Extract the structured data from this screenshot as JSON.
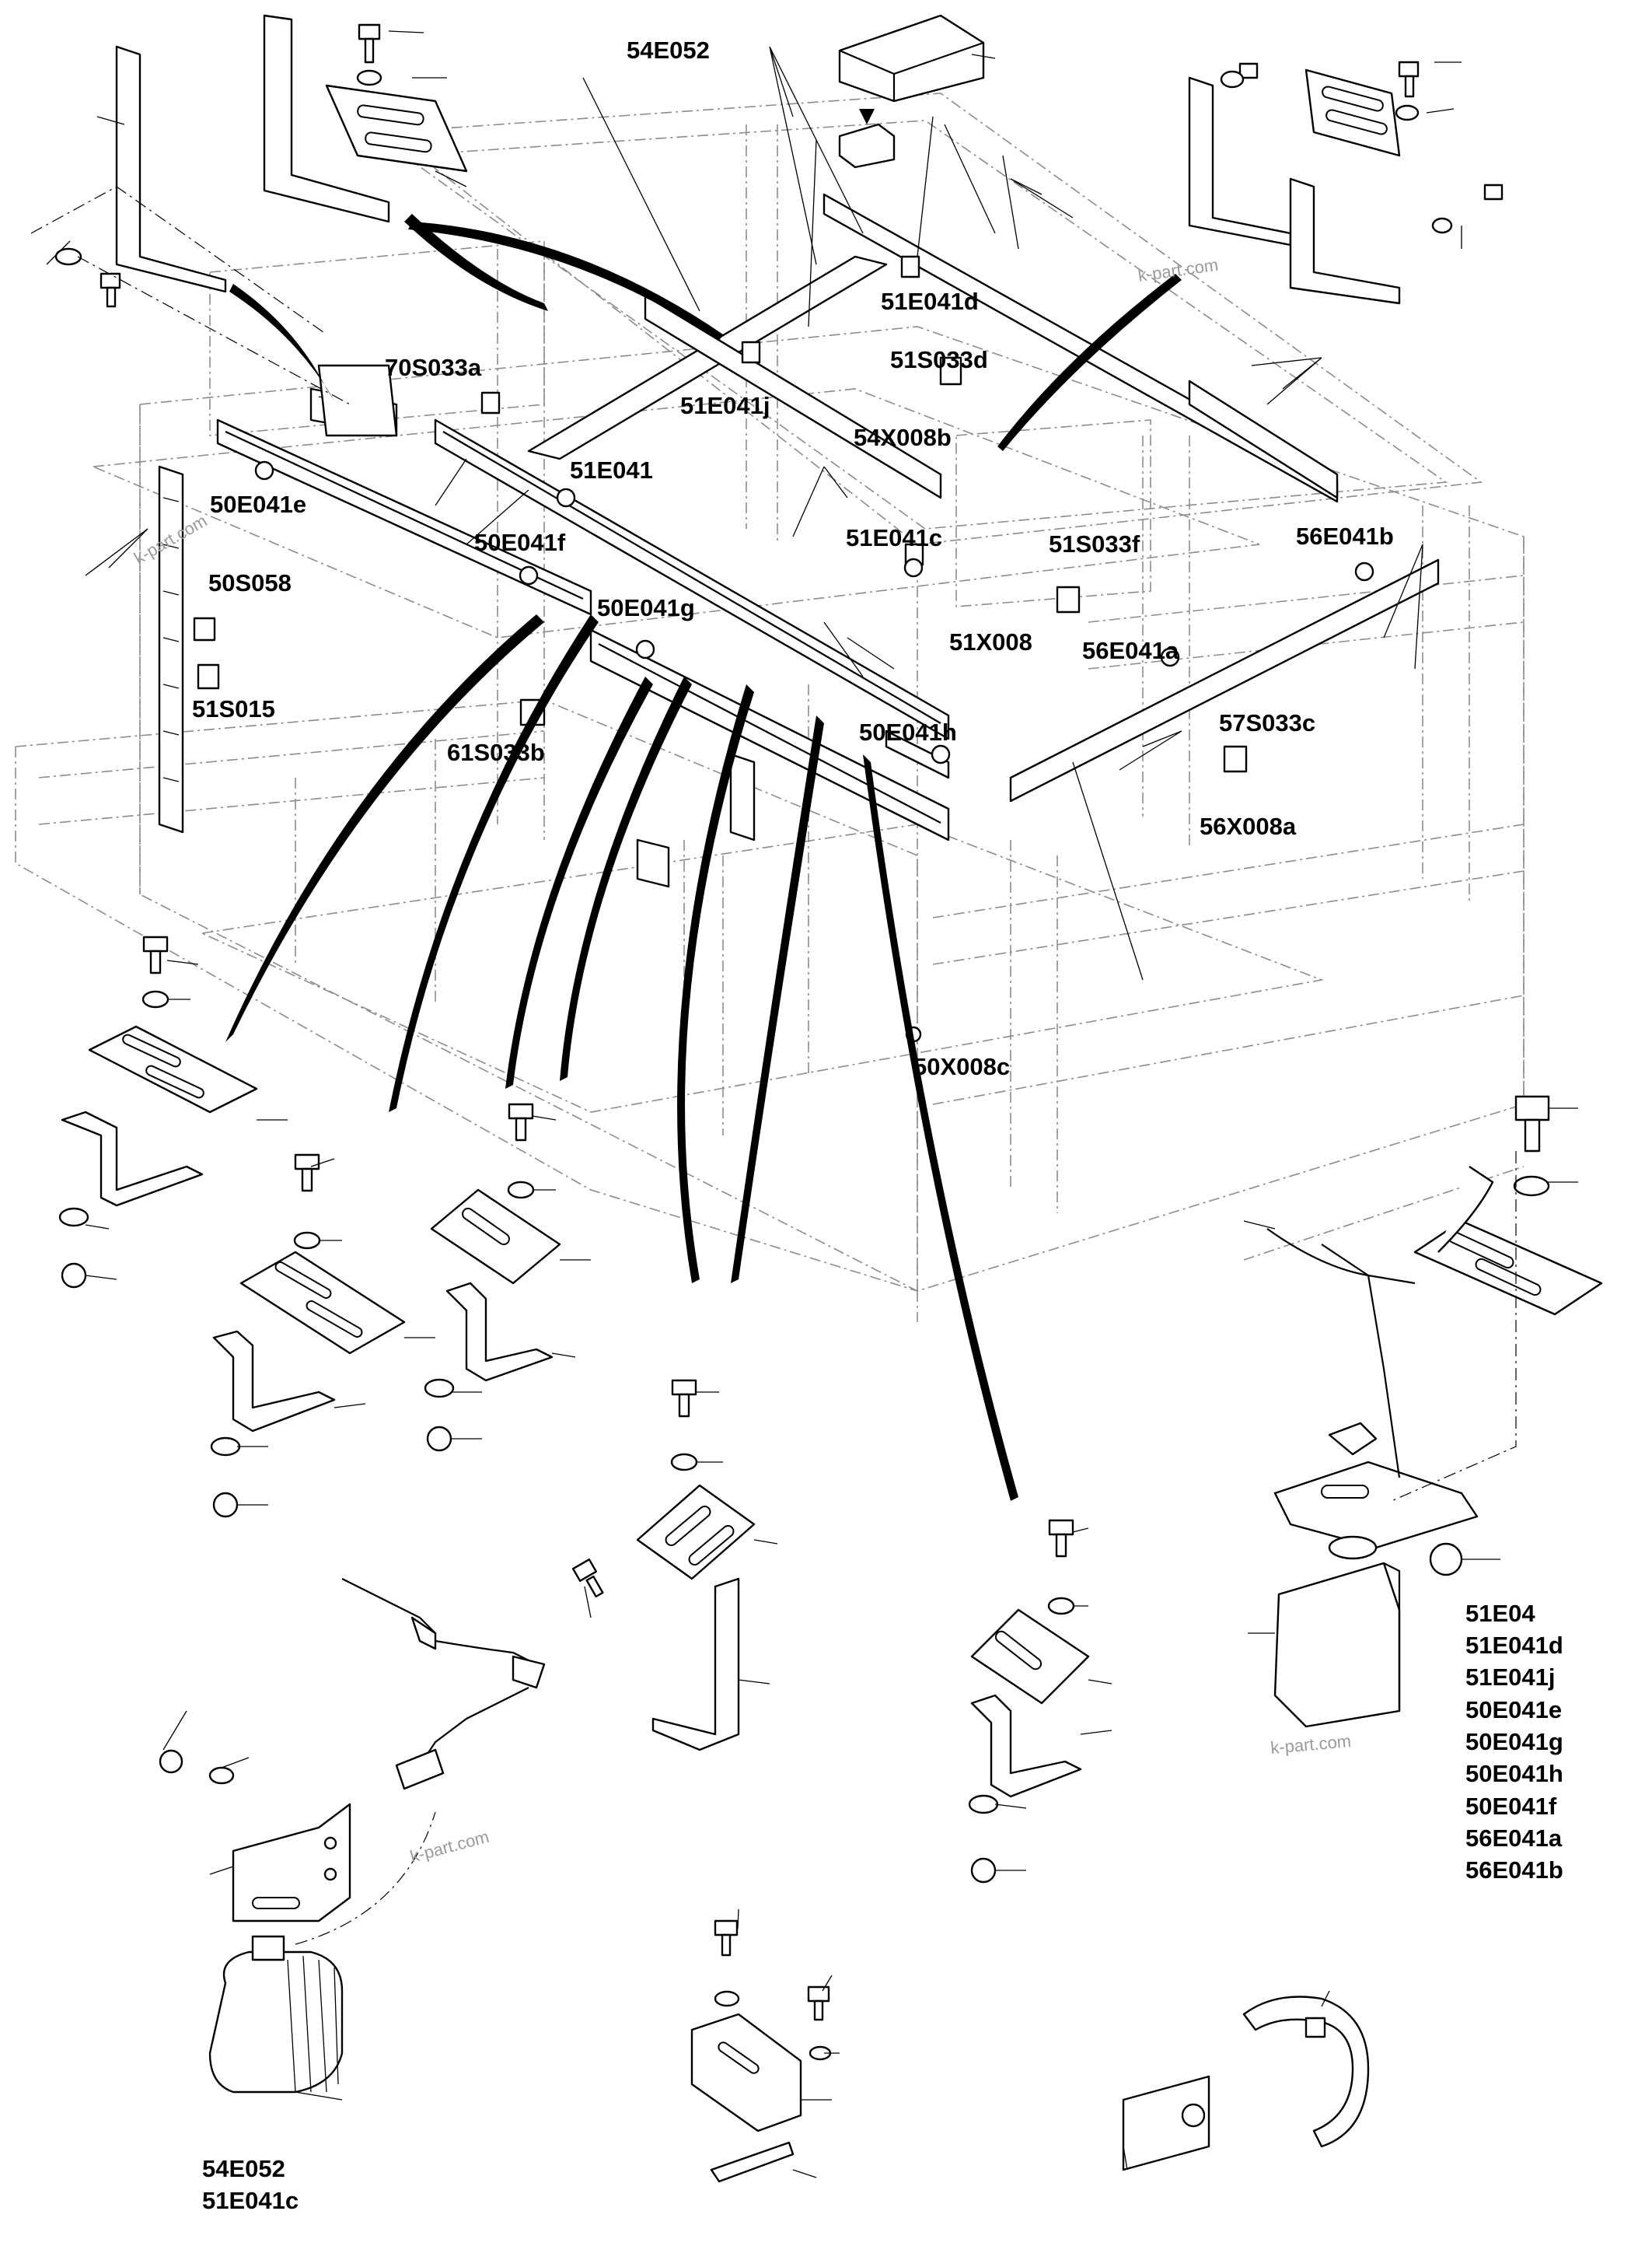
{
  "diagram": {
    "part_labels": [
      {
        "id": "54E052_top",
        "text": "54E052"
      },
      {
        "id": "70S033a",
        "text": "70S033a"
      },
      {
        "id": "51E041j",
        "text": "51E041j"
      },
      {
        "id": "51E041d",
        "text": "51E041d"
      },
      {
        "id": "51S033d",
        "text": "51S033d"
      },
      {
        "id": "54X008b",
        "text": "54X008b"
      },
      {
        "id": "51E041",
        "text": "51E041"
      },
      {
        "id": "50E041e",
        "text": "50E041e"
      },
      {
        "id": "50E041f",
        "text": "50E041f"
      },
      {
        "id": "51E041c",
        "text": "51E041c"
      },
      {
        "id": "51S033f",
        "text": "51S033f"
      },
      {
        "id": "56E041b",
        "text": "56E041b"
      },
      {
        "id": "50S058",
        "text": "50S058"
      },
      {
        "id": "50E041g",
        "text": "50E041g"
      },
      {
        "id": "51X008",
        "text": "51X008"
      },
      {
        "id": "56E041a",
        "text": "56E041a"
      },
      {
        "id": "51S015",
        "text": "51S015"
      },
      {
        "id": "57S033c",
        "text": "57S033c"
      },
      {
        "id": "50E041h",
        "text": "50E041h"
      },
      {
        "id": "61S033b",
        "text": "61S033b"
      },
      {
        "id": "56X008a",
        "text": "56X008a"
      },
      {
        "id": "50X008c",
        "text": "50X008c"
      }
    ],
    "lamp_group_right": [
      "51E04",
      "51E041d",
      "51E041j",
      "50E041e",
      "50E041g",
      "50E041h",
      "50E041f",
      "56E041a",
      "56E041b"
    ],
    "lamp_group_left": [
      "54E052",
      "51E041c"
    ],
    "watermark": "k-part.com",
    "icons": [
      "work-lamp-icon",
      "mounting-bracket-icon",
      "bolt-icon",
      "washer-icon",
      "nut-icon",
      "cable-tie-icon",
      "junction-box-icon",
      "sensor-icon",
      "connector-icon"
    ]
  }
}
